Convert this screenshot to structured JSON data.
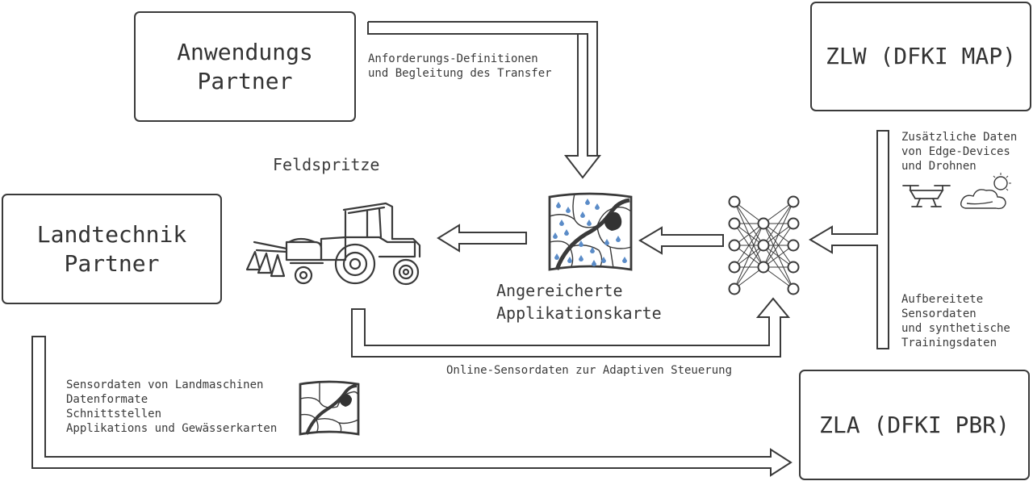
{
  "boxes": {
    "anwendung": [
      "Anwendungs",
      "Partner"
    ],
    "landtechnik": [
      "Landtechnik",
      "Partner"
    ],
    "zlw": "ZLW (DFKI MAP)",
    "zla": "ZLA (DFKI PBR)"
  },
  "labels": {
    "feldspritze": "Feldspritze",
    "karte": [
      "Angereicherte",
      "Applikationskarte"
    ],
    "anforderungen": [
      "Anforderungs-Definitionen",
      "und Begleitung des Transfer"
    ],
    "zusaetzlich": [
      "Zusätzliche Daten",
      "von Edge-Devices",
      "und Drohnen"
    ],
    "aufbereitet": [
      "Aufbereitete",
      "Sensordaten",
      "und synthetische",
      "Trainingsdaten"
    ],
    "online": "Online-Sensordaten zur Adaptiven Steuerung",
    "sensordaten": [
      "Sensordaten von Landmaschinen",
      "Datenformate",
      "Schnittstellen",
      "Applikations und Gewässerkarten"
    ]
  },
  "icons": [
    "tractor-sprayer-icon",
    "field-map-icon",
    "neural-network-icon",
    "drone-icon",
    "weather-cloud-icon",
    "small-field-map-icon"
  ],
  "colors": {
    "stroke": "#3a3a3a",
    "water": "#5b8cc8",
    "text": "#333333"
  }
}
